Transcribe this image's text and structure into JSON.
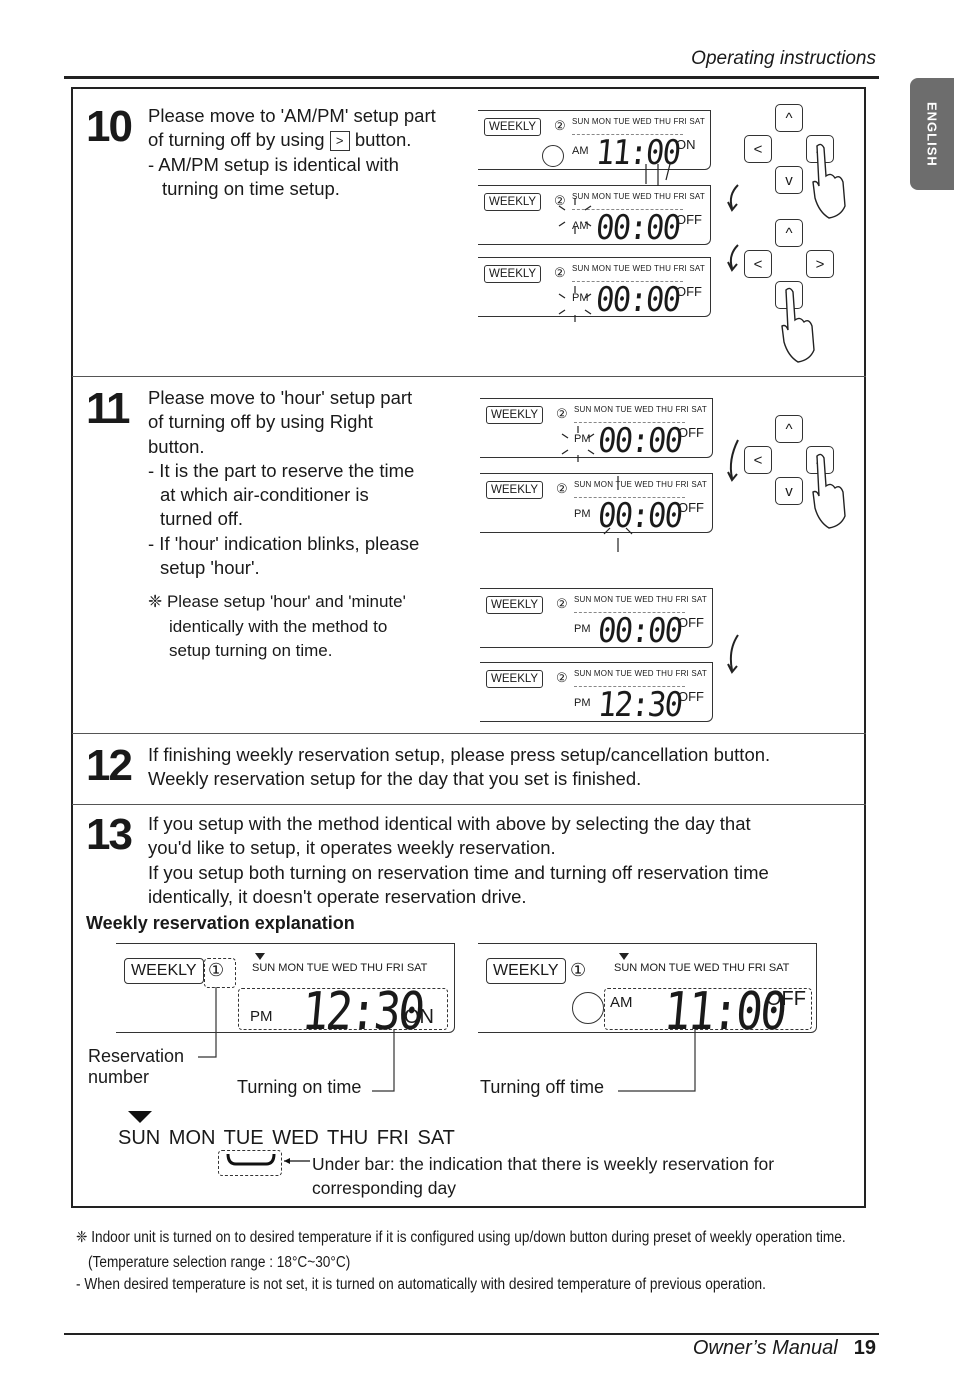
{
  "header": {
    "section": "Operating instructions",
    "side_tab": "ENGLISH"
  },
  "footer": {
    "manual": "Owner’s Manual",
    "page": "19"
  },
  "steps": [
    {
      "num": "10",
      "lines": [
        "Please move to 'AM/PM' setup part",
        "of turning off by using",
        "button.",
        "- AM/PM setup is identical with",
        "turning on time setup."
      ],
      "button_glyph": ">"
    },
    {
      "num": "11",
      "lines": [
        "Please move to 'hour' setup part",
        "of turning off by using Right",
        "button.",
        "- It is the part to reserve the time",
        "at which air-conditioner is",
        "turned off.",
        "- If 'hour' indication blinks, please",
        "setup 'hour'."
      ],
      "note": [
        "❈ Please setup 'hour' and 'minute'",
        "identically with the method to",
        "setup turning on time."
      ]
    },
    {
      "num": "12",
      "lines": [
        "If finishing weekly reservation setup, please press setup/cancellation button.",
        "Weekly reservation setup for the day that you set is finished."
      ]
    },
    {
      "num": "13",
      "lines": [
        "If you setup with the method identical with above by selecting the day that",
        "you'd like to setup, it operates weekly reservation.",
        "If you setup both turning on reservation time and turning off reservation time",
        "identically, it doesn't operate reservation drive."
      ]
    }
  ],
  "lcd": {
    "weekly": "WEEKLY",
    "circ2": "②",
    "circ1": "①",
    "days": "SUN MON TUE WED THU FRI SAT",
    "p10a": {
      "ampm": "AM",
      "time": "11:00",
      "state": "ON"
    },
    "p10b": {
      "ampm": "AM",
      "time": "00:00",
      "state": "OFF"
    },
    "p10c": {
      "ampm": "PM",
      "time": "00:00",
      "state": "OFF"
    },
    "p11a": {
      "ampm": "PM",
      "time": "00:00",
      "state": "OFF"
    },
    "p11b": {
      "ampm": "PM",
      "time": "00:00",
      "state": "OFF"
    },
    "p11c": {
      "ampm": "PM",
      "time": "00:00",
      "state": "OFF"
    },
    "p11d": {
      "ampm": "PM",
      "time": "12:30",
      "state": "OFF"
    }
  },
  "buttons": {
    "up": "^",
    "down": "v",
    "left": "<",
    "right": ">"
  },
  "explanation": {
    "title": "Weekly reservation explanation",
    "left": {
      "ampm": "PM",
      "time": "12:30",
      "state": "ON"
    },
    "right": {
      "ampm": "AM",
      "time": "11:00",
      "state": "OFF"
    },
    "labels": {
      "reservation_1": "Reservation",
      "reservation_2": "number",
      "on_time": "Turning on time",
      "off_time": "Turning off time"
    },
    "bigdays": "SUN MON TUE WED THU FRI SAT",
    "underbar_1": "Under bar: the indication that there is weekly reservation for",
    "underbar_2": "corresponding day"
  },
  "notes": {
    "n1": "❈ Indoor unit is turned on to desired temperature if it is configured using up/down button during preset of weekly operation time.",
    "n2": "(Temperature selection range : 18°C~30°C)",
    "n3": "- When desired temperature is not set, it is turned on automatically with desired temperature of previous operation."
  }
}
